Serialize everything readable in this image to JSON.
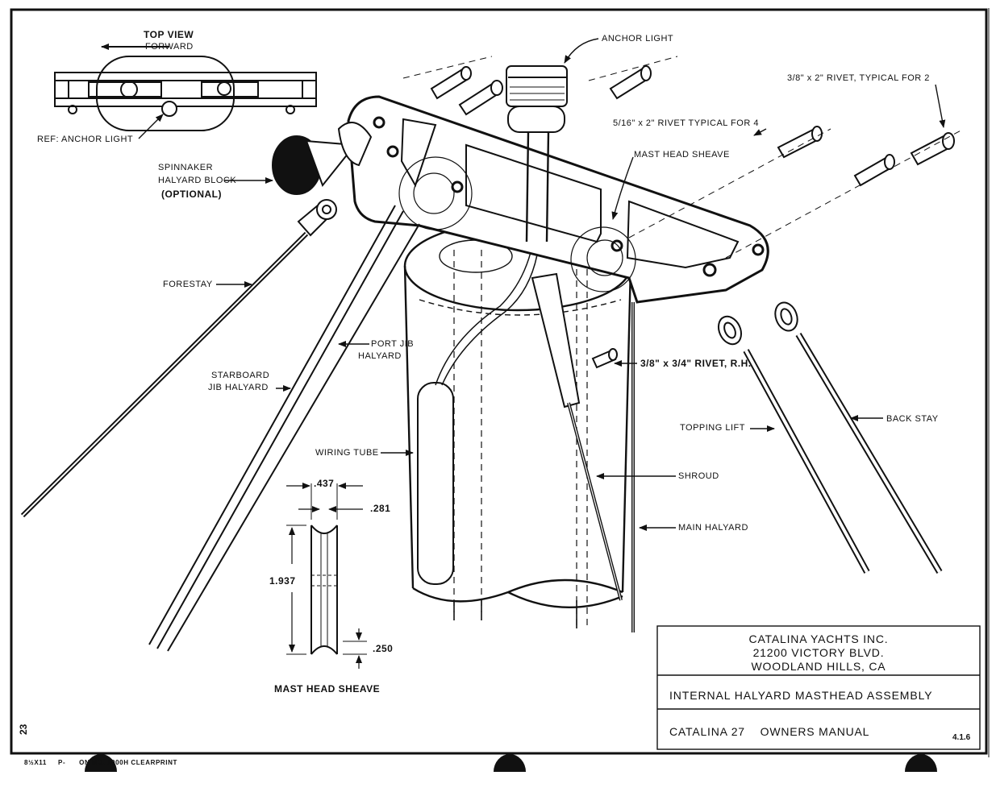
{
  "labels": {
    "top_view": "TOP VIEW",
    "forward": "FORWARD",
    "ref_anchor_light": "REF: ANCHOR LIGHT",
    "anchor_light": "ANCHOR LIGHT",
    "rivet_38x2": "3/8\" x 2\" RIVET, TYPICAL FOR 2",
    "rivet_516x2": "5/16\" x 2\" RIVET TYPICAL FOR 4",
    "mast_head_sheave": "MAST HEAD SHEAVE",
    "spinnaker": "SPINNAKER",
    "halyard_block": "HALYARD BLOCK",
    "optional": "(OPTIONAL)",
    "forestay": "FORESTAY",
    "port_jib": "PORT JIB",
    "halyard": "HALYARD",
    "starboard": "STARBOARD",
    "jib_halyard": "JIB HALYARD",
    "rivet_38x34": "3/8\" x 3/4\" RIVET, R.H.",
    "topping_lift": "TOPPING LIFT",
    "back_stay": "BACK STAY",
    "wiring_tube": "WIRING TUBE",
    "shroud": "SHROUD",
    "main_halyard": "MAIN HALYARD",
    "sheave_caption": "MAST HEAD SHEAVE"
  },
  "dimensions": {
    "d437": ".437",
    "d281": ".281",
    "d1937": "1.937",
    "d250": ".250"
  },
  "title_block": {
    "company": "CATALINA YACHTS INC.",
    "street": "21200 VICTORY BLVD.",
    "city": "WOODLAND HILLS, CA",
    "drawing_title": "INTERNAL HALYARD MASTHEAD ASSEMBLY",
    "manual": "CATALINA 27    OWNERS MANUAL",
    "drawing_number": "4.1.6"
  },
  "footer": {
    "page_number": "23",
    "paper_info": "8½X11     P-      ON NO. 1000H CLEARPRINT"
  }
}
